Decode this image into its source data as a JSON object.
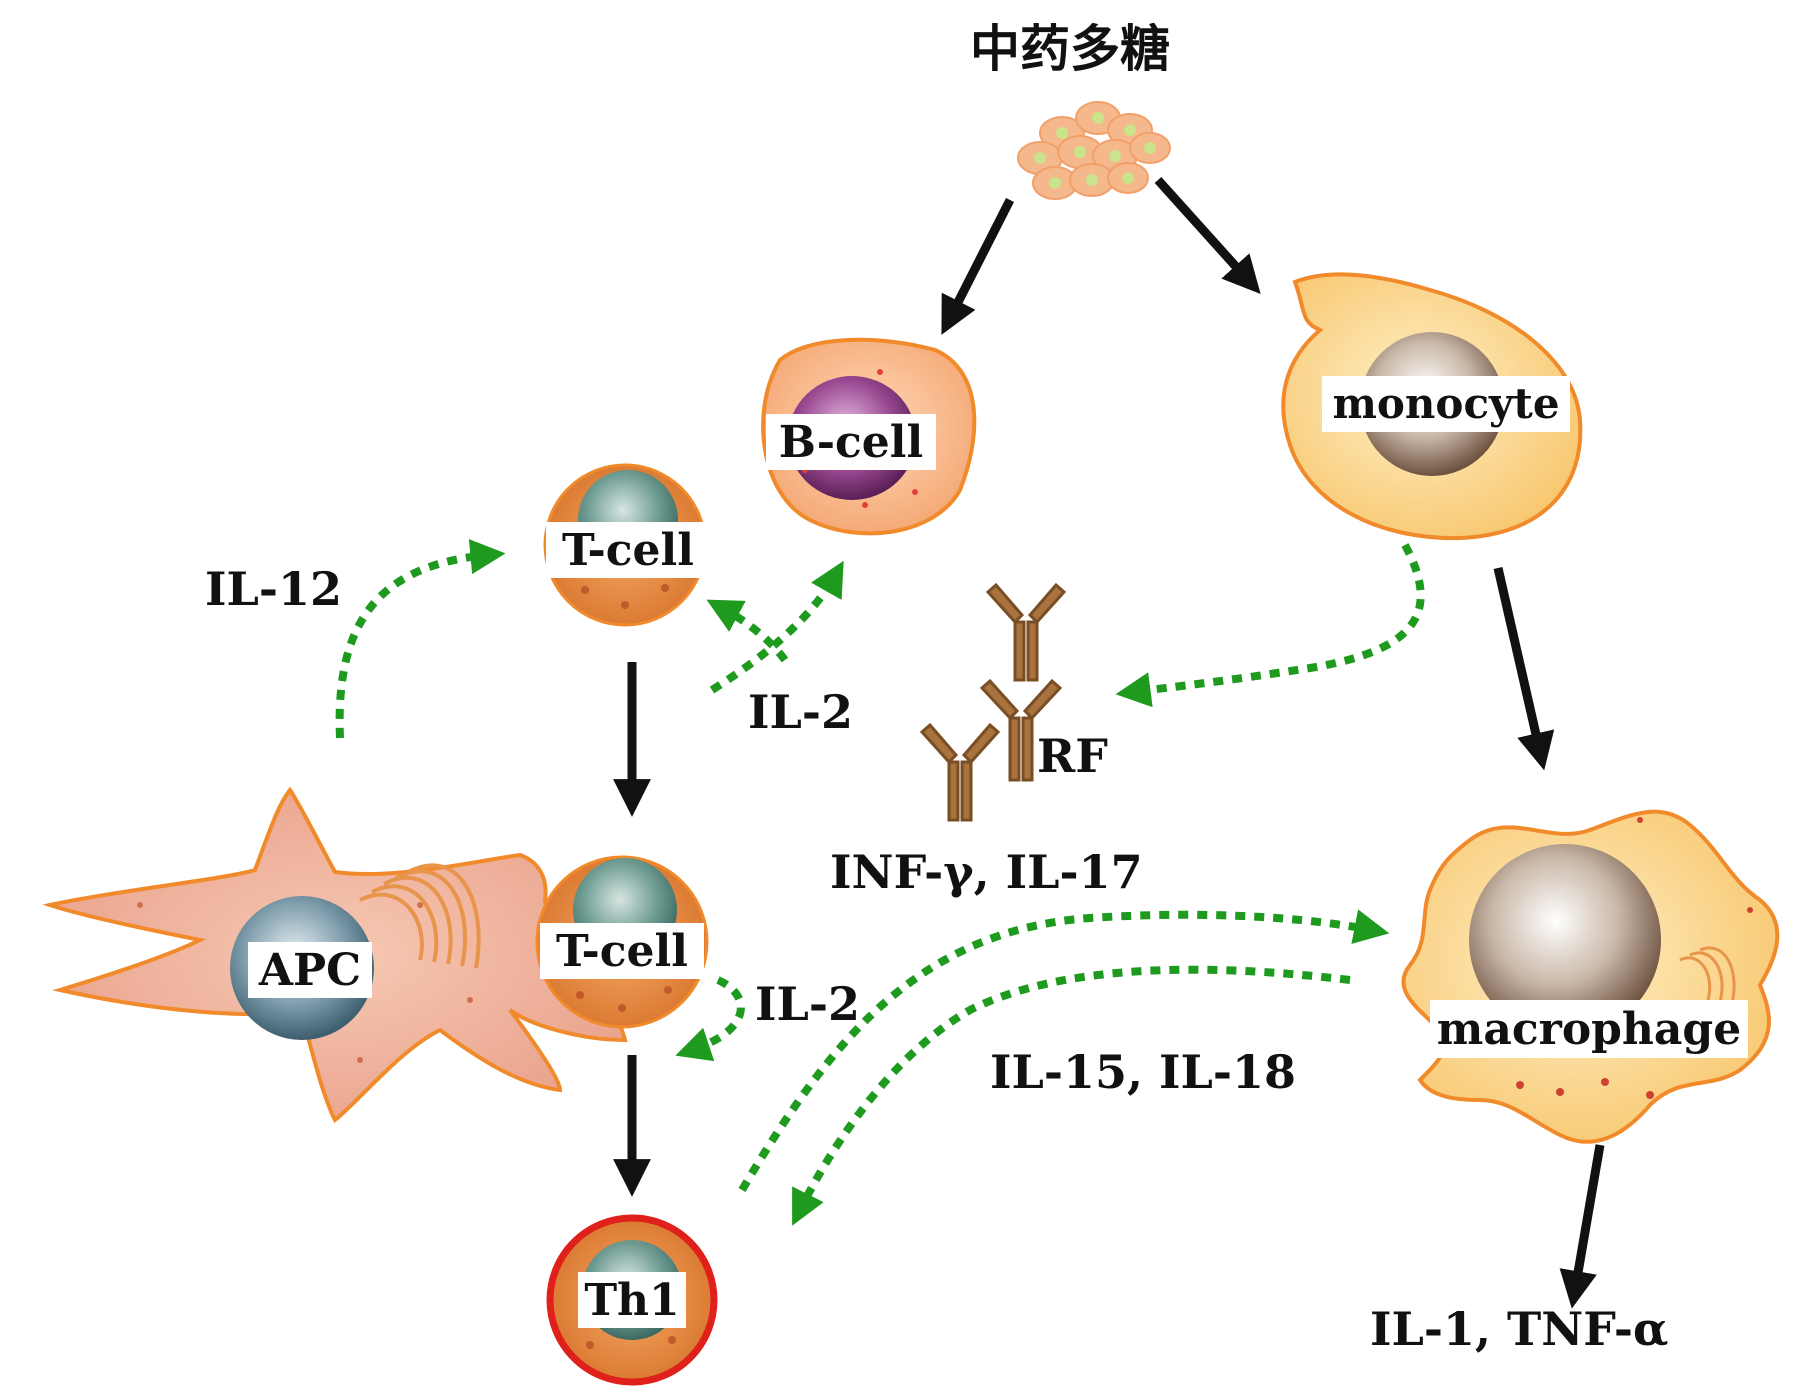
{
  "title": "中药多糖",
  "cells": {
    "b_cell": "B-cell",
    "monocyte": "monocyte",
    "t_cell_top": "T-cell",
    "t_cell_bottom": "T-cell",
    "apc": "APC",
    "th1": "Th1",
    "macrophage": "macrophage"
  },
  "labels": {
    "il12": "IL-12",
    "il2_top": "IL-2",
    "il2_bottom": "IL-2",
    "rf": "RF",
    "inf_il17": "INF-γ, IL-17",
    "il15_il18": "IL-15, IL-18",
    "il1_tnf": "IL-1, TNF-α"
  },
  "colors": {
    "solid_arrow": "#111111",
    "dotted_arrow": "#1e9a1e",
    "cell_fill": "#f7b98a",
    "cell_stroke": "#f08a2a",
    "th1_stroke": "#e0201a",
    "antibody": "#9a6a3a"
  }
}
